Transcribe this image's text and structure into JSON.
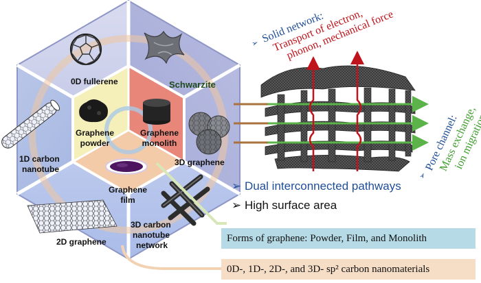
{
  "hexagon": {
    "outer_sectors": [
      {
        "label_lines": [
          "0D fullerene"
        ],
        "icon": "fullerene-icon"
      },
      {
        "label_lines": [
          "Schwarzite"
        ],
        "icon": "schwarzite-icon"
      },
      {
        "label_lines": [
          "1D carbon",
          "nanotube"
        ],
        "icon": "nanotube-icon"
      },
      {
        "label_lines": [
          "3D graphene"
        ],
        "icon": "3d-graphene-icon"
      },
      {
        "label_lines": [
          "2D graphene"
        ],
        "icon": "2d-graphene-sheet-icon"
      },
      {
        "label_lines": [
          "3D carbon",
          "nanotube",
          "network"
        ],
        "icon": "cnt-network-icon"
      }
    ],
    "inner_sectors": [
      {
        "label_lines": [
          "Graphene",
          "powder"
        ],
        "icon": "graphene-powder-icon"
      },
      {
        "label_lines": [
          "Graphene",
          "monolith"
        ],
        "icon": "graphene-monolith-icon"
      },
      {
        "label_lines": [
          "Graphene",
          "film"
        ],
        "icon": "graphene-film-icon"
      }
    ]
  },
  "network": {
    "solid_network_title": "Solid network:",
    "solid_network_desc_lines": [
      "Transport of electron,",
      "phonon, mechanical force"
    ],
    "pore_title": "Pore channel:",
    "pore_desc_lines": [
      "Mass exchange,",
      "ion migration"
    ]
  },
  "bullets": [
    {
      "symbol": "➢",
      "text": "Dual interconnected pathways"
    },
    {
      "symbol": "➢",
      "text": "High surface area"
    }
  ],
  "captions": {
    "forms": "Forms of graphene: Powder, Film, and Monolith",
    "nanomaterials": "0D-, 1D-, 2D-, and 3D- sp² carbon nanomaterials"
  },
  "colors": {
    "blue_text": "#1f4e96",
    "red_text": "#c0141c",
    "green_text": "#3f9e2e",
    "forms_box": "#b6dbe6",
    "nano_box": "#f6ddc6",
    "monolith_sector": "#e8867a",
    "powder_sector": "#f5efb9",
    "film_sector": "#f3cba9"
  }
}
